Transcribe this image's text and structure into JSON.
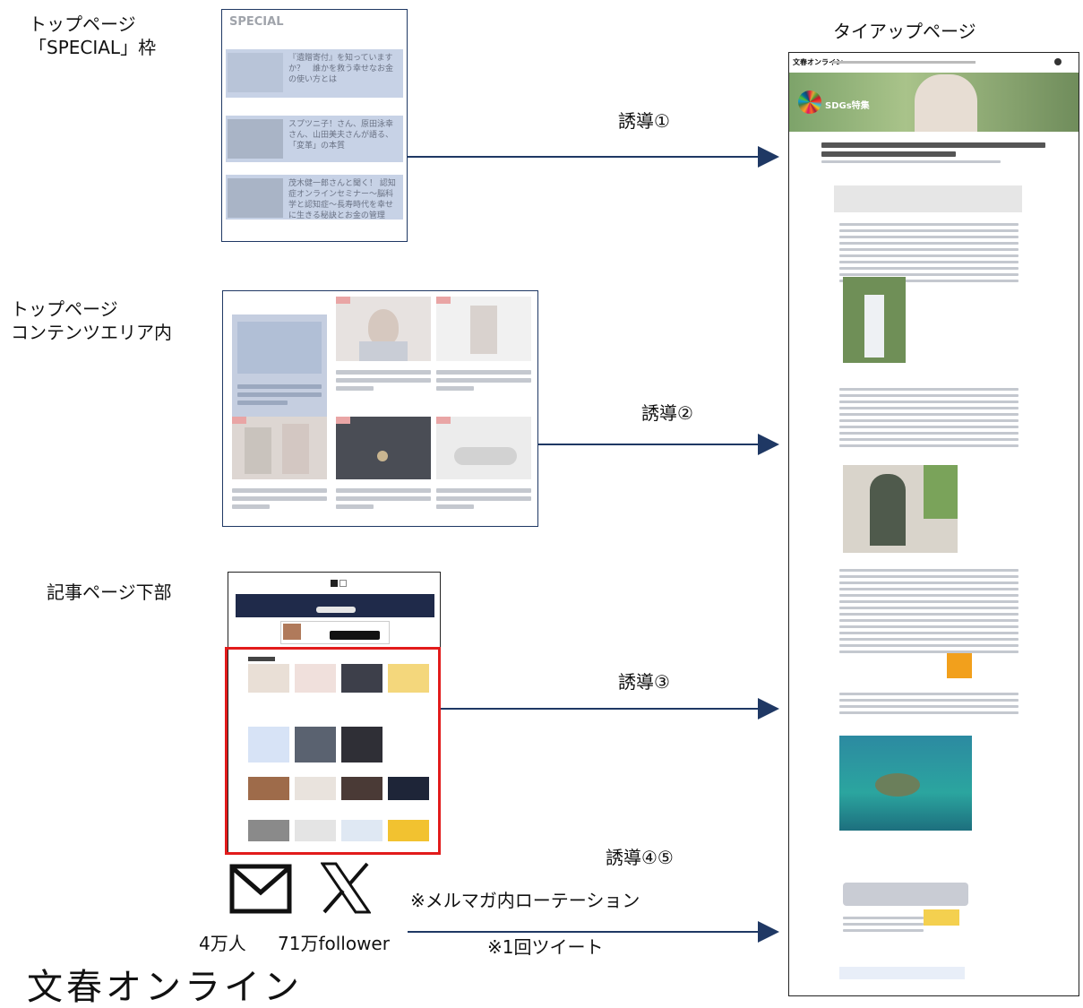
{
  "labels": {
    "top_special": [
      "トップページ",
      "「SPECIAL」枠"
    ],
    "top_content": [
      "トップページ",
      "コンテンツエリア内"
    ],
    "article_bottom": "記事ページ下部",
    "tieup": "タイアップページ",
    "lead1": "誘導①",
    "lead2": "誘導②",
    "lead3": "誘導③",
    "lead45": "誘導④⑤",
    "mail_note": "※メルマガ内ローテーション",
    "tweet_note": "※1回ツイート",
    "mail_count": "4万人",
    "x_count": "71万follower",
    "brand": "文春オンライン"
  },
  "special_panel": {
    "heading": "SPECIAL",
    "items": [
      "『遺贈寄付』を知っていますか？　誰かを救う幸せなお金の使い方とは",
      "スプツニ子！さん、原田泳幸さん、山田美夫さんが語る、「変革」の本質",
      "茂木健一郎さんと聞く！ 認知症オンラインセミナー～脳科学と認知症～長寿時代を幸せに生きる秘訣とお金の管理"
    ]
  },
  "tieup_page": {
    "site": "文春オンライン",
    "banner": "SDGs特集"
  },
  "colors": {
    "frame": "#1f3864",
    "arrow": "#1f3864",
    "highlight": "#e21b1b"
  }
}
